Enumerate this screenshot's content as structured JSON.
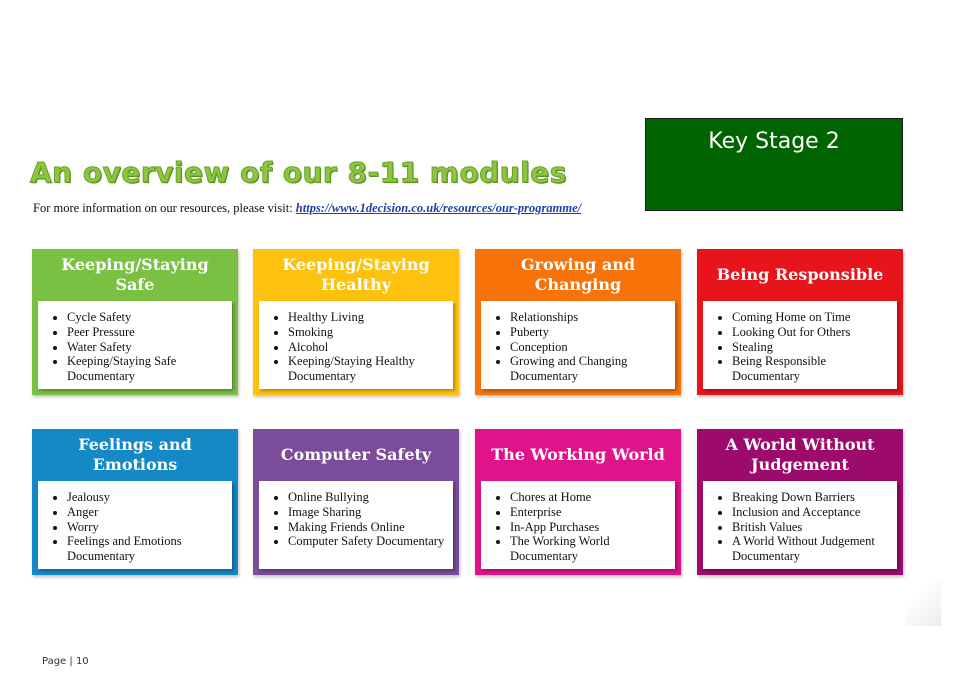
{
  "key_stage": "Key Stage 2",
  "title": "An overview of our 8-11 modules",
  "info": {
    "text": "For more information on our resources, please visit: ",
    "link": "https://www.1decision.co.uk/resources/our-programme/"
  },
  "modules": [
    {
      "title": "Keeping/Staying Safe",
      "color": "#7ac143",
      "items": [
        "Cycle Safety",
        "Peer Pressure",
        "Water Safety",
        "Keeping/Staying Safe Documentary"
      ]
    },
    {
      "title": "Keeping/Staying Healthy",
      "color": "#fdc20e",
      "items": [
        "Healthy Living",
        "Smoking",
        "Alcohol",
        "Keeping/Staying Healthy Documentary"
      ]
    },
    {
      "title": "Growing and Changing",
      "color": "#f7730a",
      "items": [
        "Relationships",
        "Puberty",
        "Conception",
        "Growing and Changing Documentary"
      ]
    },
    {
      "title": "Being Responsible",
      "color": "#e8141b",
      "items": [
        "Coming Home on Time",
        "Looking Out for Others",
        "Stealing",
        "Being Responsible Documentary"
      ]
    },
    {
      "title": "Feelings and Emotions",
      "color": "#1588c8",
      "items": [
        "Jealousy",
        "Anger",
        "Worry",
        "Feelings and Emotions Documentary"
      ]
    },
    {
      "title": "Computer Safety",
      "color": "#7a4c9a",
      "items": [
        "Online Bullying",
        "Image Sharing",
        "Making Friends Online",
        "Computer Safety Documentary"
      ]
    },
    {
      "title": "The Working World",
      "color": "#e0138a",
      "items": [
        "Chores at Home",
        "Enterprise",
        "In-App Purchases",
        "The Working World Documentary"
      ]
    },
    {
      "title": "A World Without Judgement",
      "color": "#9c0a6b",
      "items": [
        "Breaking Down Barriers",
        "Inclusion and Acceptance",
        "British Values",
        "A World Without Judgement Documentary"
      ]
    }
  ],
  "footer": {
    "label": "Page | ",
    "page": "10"
  }
}
